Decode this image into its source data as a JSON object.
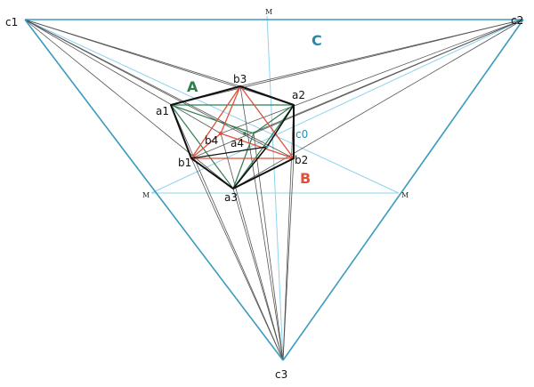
{
  "colors": {
    "frame": "#3a9bbd",
    "axis": "#8fd3ee",
    "ray": "#555555",
    "cube": "#111111",
    "face_a": "#2e7d4f",
    "face_b": "#e0513a",
    "label_c": "#2a88ad"
  },
  "labels": {
    "c1": "c1",
    "c2": "c2",
    "c3": "c3",
    "c0": "c0",
    "a1": "a1",
    "a2": "a2",
    "a3": "a3",
    "a4": "a4",
    "b1": "b1",
    "b2": "b2",
    "b3": "b3",
    "b4": "b4",
    "m_top": "M",
    "m_left": "M",
    "m_right": "M",
    "face_a": "A",
    "face_b": "B",
    "face_c": "C"
  }
}
